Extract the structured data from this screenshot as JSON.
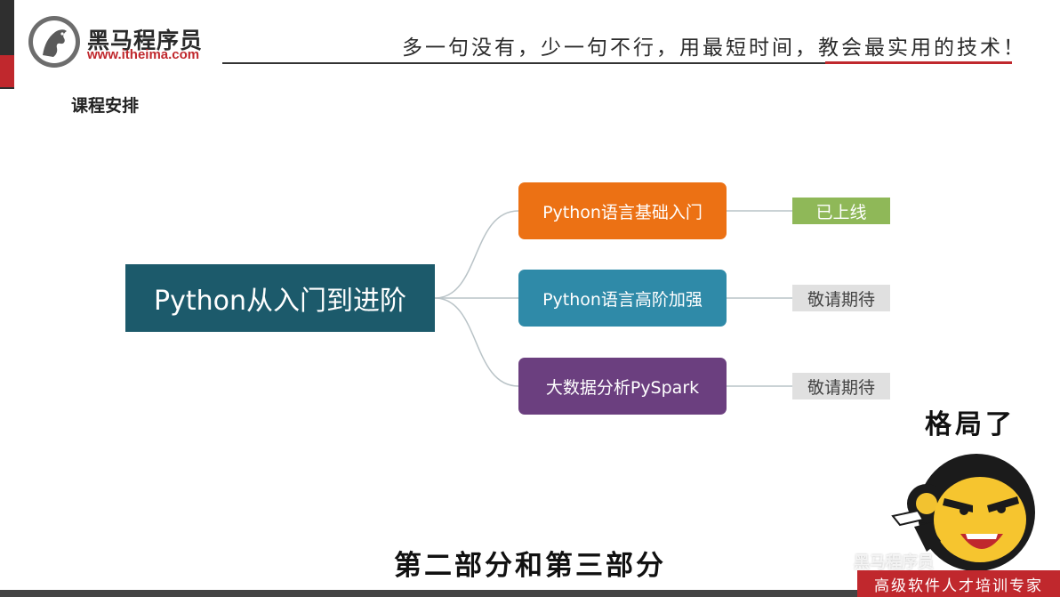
{
  "header": {
    "brand": "黑马程序员",
    "site": "www.itheima.com",
    "slogan": "多一句没有，少一句不行，用最短时间，教会最实用的技术！"
  },
  "section_title": "课程安排",
  "mindmap": {
    "root": "Python从入门到进阶",
    "branches": [
      {
        "label": "Python语言基础入门",
        "status": "已上线"
      },
      {
        "label": "Python语言高阶加强",
        "status": "敬请期待"
      },
      {
        "label": "大数据分析PySpark",
        "status": "敬请期待"
      }
    ]
  },
  "mascot_caption": "格局了",
  "subtitle": "第二部分和第三部分",
  "watermark": "黑马程序员",
  "footer": "高级软件人才培训专家",
  "colors": {
    "brand_red": "#c0282d",
    "root": "#1c5a6b",
    "branch1": "#ec7114",
    "branch2": "#2f8aa8",
    "branch3": "#6b3f7f",
    "tag_online": "#8fb858",
    "tag_pending": "#e0e0e0"
  }
}
